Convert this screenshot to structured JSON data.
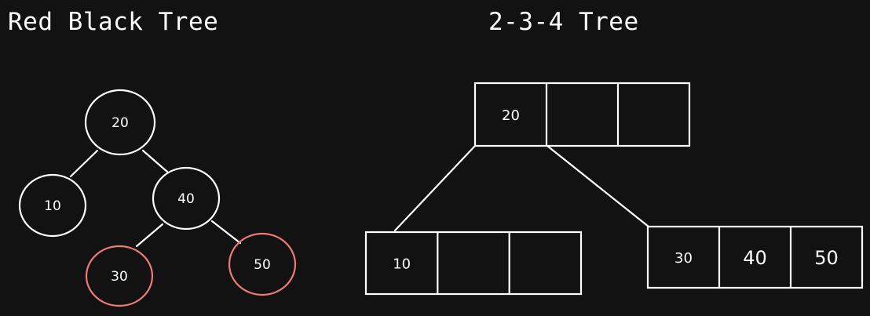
{
  "titles": {
    "left": "Red Black Tree",
    "right": "2-3-4 Tree"
  },
  "colors": {
    "background": "#121212",
    "black_node": "#ffffff",
    "red_node": "#f07a76",
    "edge": "#ffffff",
    "text": "#ffffff"
  },
  "red_black_tree": {
    "nodes": [
      {
        "id": "rb-20",
        "label": "20",
        "color": "black"
      },
      {
        "id": "rb-10",
        "label": "10",
        "color": "black"
      },
      {
        "id": "rb-40",
        "label": "40",
        "color": "black"
      },
      {
        "id": "rb-30",
        "label": "30",
        "color": "red"
      },
      {
        "id": "rb-50",
        "label": "50",
        "color": "red"
      }
    ],
    "edges": [
      [
        "rb-20",
        "rb-10"
      ],
      [
        "rb-20",
        "rb-40"
      ],
      [
        "rb-40",
        "rb-30"
      ],
      [
        "rb-40",
        "rb-50"
      ]
    ]
  },
  "tree_234": {
    "nodes": [
      {
        "id": "t-root",
        "keys": [
          "20",
          "",
          ""
        ]
      },
      {
        "id": "t-left",
        "keys": [
          "10",
          "",
          ""
        ]
      },
      {
        "id": "t-right",
        "keys": [
          "30",
          "40",
          "50"
        ]
      }
    ],
    "edges": [
      [
        "t-root",
        "t-left"
      ],
      [
        "t-root",
        "t-right"
      ]
    ]
  }
}
